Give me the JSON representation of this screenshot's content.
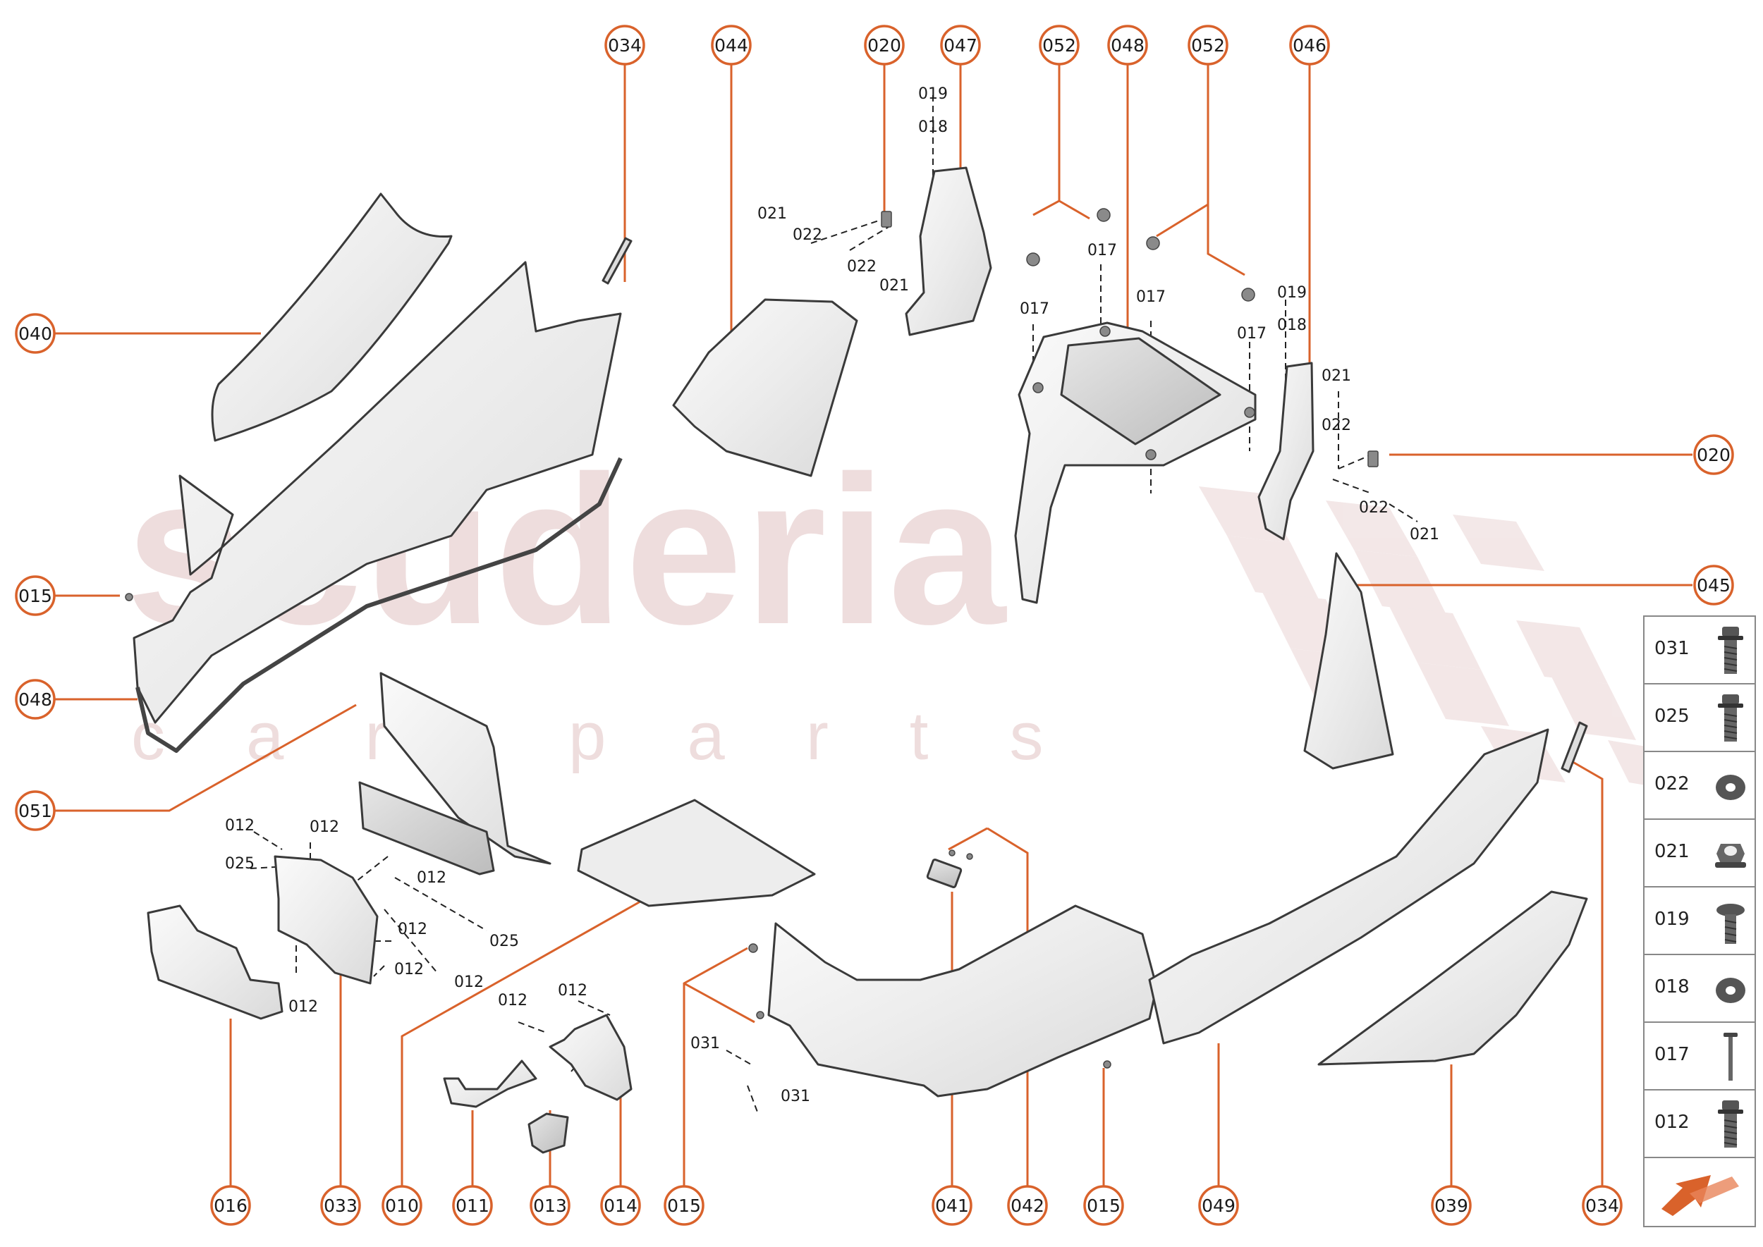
{
  "watermark": {
    "brand": "scuderia",
    "sub": "car parts"
  },
  "callouts": [
    {
      "id": "c034a",
      "label": "034"
    },
    {
      "id": "c044",
      "label": "044"
    },
    {
      "id": "c020a",
      "label": "020"
    },
    {
      "id": "c047",
      "label": "047"
    },
    {
      "id": "c052a",
      "label": "052"
    },
    {
      "id": "c048a",
      "label": "048"
    },
    {
      "id": "c052b",
      "label": "052"
    },
    {
      "id": "c046",
      "label": "046"
    },
    {
      "id": "c040",
      "label": "040"
    },
    {
      "id": "c015a",
      "label": "015"
    },
    {
      "id": "c048b",
      "label": "048"
    },
    {
      "id": "c051",
      "label": "051"
    },
    {
      "id": "c020b",
      "label": "020"
    },
    {
      "id": "c045",
      "label": "045"
    },
    {
      "id": "c016",
      "label": "016"
    },
    {
      "id": "c033",
      "label": "033"
    },
    {
      "id": "c010",
      "label": "010"
    },
    {
      "id": "c011",
      "label": "011"
    },
    {
      "id": "c013",
      "label": "013"
    },
    {
      "id": "c014",
      "label": "014"
    },
    {
      "id": "c015b",
      "label": "015"
    },
    {
      "id": "c041",
      "label": "041"
    },
    {
      "id": "c042",
      "label": "042"
    },
    {
      "id": "c015c",
      "label": "015"
    },
    {
      "id": "c049",
      "label": "049"
    },
    {
      "id": "c039",
      "label": "039"
    },
    {
      "id": "c034b",
      "label": "034"
    }
  ],
  "part_labels": [
    {
      "id": "p019a",
      "label": "019"
    },
    {
      "id": "p018a",
      "label": "018"
    },
    {
      "id": "p021a",
      "label": "021"
    },
    {
      "id": "p022a",
      "label": "022"
    },
    {
      "id": "p022b",
      "label": "022"
    },
    {
      "id": "p021b",
      "label": "021"
    },
    {
      "id": "p017a",
      "label": "017"
    },
    {
      "id": "p017b",
      "label": "017"
    },
    {
      "id": "p017c",
      "label": "017"
    },
    {
      "id": "p017d",
      "label": "017"
    },
    {
      "id": "p019b",
      "label": "019"
    },
    {
      "id": "p018b",
      "label": "018"
    },
    {
      "id": "p021c",
      "label": "021"
    },
    {
      "id": "p022c",
      "label": "022"
    },
    {
      "id": "p022d",
      "label": "022"
    },
    {
      "id": "p021d",
      "label": "021"
    },
    {
      "id": "p012a",
      "label": "012"
    },
    {
      "id": "p012b",
      "label": "012"
    },
    {
      "id": "p025a",
      "label": "025"
    },
    {
      "id": "p012c",
      "label": "012"
    },
    {
      "id": "p012d",
      "label": "012"
    },
    {
      "id": "p025b",
      "label": "025"
    },
    {
      "id": "p012e",
      "label": "012"
    },
    {
      "id": "p012f",
      "label": "012"
    },
    {
      "id": "p012g",
      "label": "012"
    },
    {
      "id": "p012h",
      "label": "012"
    },
    {
      "id": "p012i",
      "label": "012"
    },
    {
      "id": "p031a",
      "label": "031"
    },
    {
      "id": "p031b",
      "label": "031"
    }
  ],
  "legend": [
    {
      "label": "031",
      "icon": "flange-bolt-icon"
    },
    {
      "label": "025",
      "icon": "flange-bolt-icon"
    },
    {
      "label": "022",
      "icon": "washer-icon"
    },
    {
      "label": "021",
      "icon": "flange-nut-icon"
    },
    {
      "label": "019",
      "icon": "pan-screw-icon"
    },
    {
      "label": "018",
      "icon": "washer-icon"
    },
    {
      "label": "017",
      "icon": "long-pin-icon"
    },
    {
      "label": "012",
      "icon": "flange-bolt-icon"
    },
    {
      "label": "",
      "icon": "front-direction-arrow-icon"
    }
  ],
  "colors": {
    "accent": "#d9622b",
    "part_fill": "#f1f0f0",
    "part_stroke": "#3a3a3a",
    "text": "#1a1a1a"
  }
}
